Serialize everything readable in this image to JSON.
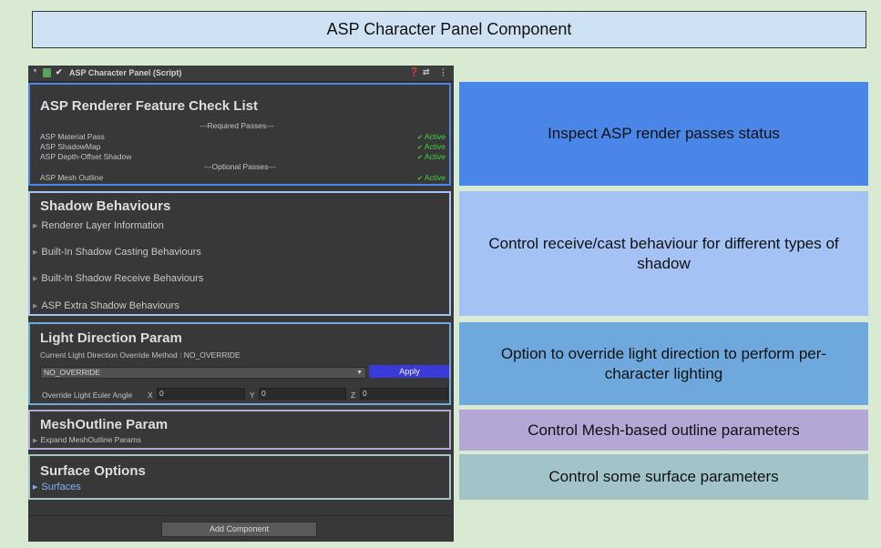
{
  "title": "ASP Character Panel Component",
  "header": {
    "name": "ASP Character Panel (Script)",
    "icons": [
      "help-icon",
      "preset-icon",
      "more-icon"
    ]
  },
  "feature_check": {
    "title": "ASP Renderer Feature Check List",
    "required_label": "---Required Passes---",
    "optional_label": "---Optional Passes---",
    "required": [
      {
        "name": "ASP Material Pass",
        "status": "Active"
      },
      {
        "name": "ASP ShadowMap",
        "status": "Active"
      },
      {
        "name": "ASP Depth-Offset Shadow",
        "status": "Active"
      }
    ],
    "optional": [
      {
        "name": "ASP Mesh Outline",
        "status": "Active"
      }
    ]
  },
  "shadow": {
    "title": "Shadow Behaviours",
    "items": [
      "Renderer Layer Information",
      "Built-In Shadow Casting Behaviours",
      "Built-In Shadow Receive Behaviours",
      "ASP Extra Shadow Behaviours"
    ]
  },
  "light": {
    "title": "Light Direction Param",
    "method_label": "Current Light Direction Override Method : NO_OVERRIDE",
    "dropdown_value": "NO_OVERRIDE",
    "apply_label": "Apply",
    "euler_label": "Override Light Euler Angle",
    "x_label": "X",
    "x_value": "0",
    "y_label": "Y",
    "y_value": "0",
    "z_label": "Z",
    "z_value": "0"
  },
  "outline": {
    "title": "MeshOutline Param",
    "expand_label": "Expand MeshOutline Params"
  },
  "surface": {
    "title": "Surface Options",
    "surfaces_label": "Surfaces"
  },
  "add_component_label": "Add Component",
  "annotations": [
    {
      "text": "Inspect ASP render passes status",
      "color": "#4a86e8"
    },
    {
      "text": "Control receive/cast behaviour for different types of shadow",
      "color": "#a4c2f4"
    },
    {
      "text": "Option to override light direction to perform per-character lighting",
      "color": "#6fa8dc"
    },
    {
      "text": "Control Mesh-based outline parameters",
      "color": "#b4a7d6"
    },
    {
      "text": "Control some surface parameters",
      "color": "#a2c4c9"
    }
  ]
}
